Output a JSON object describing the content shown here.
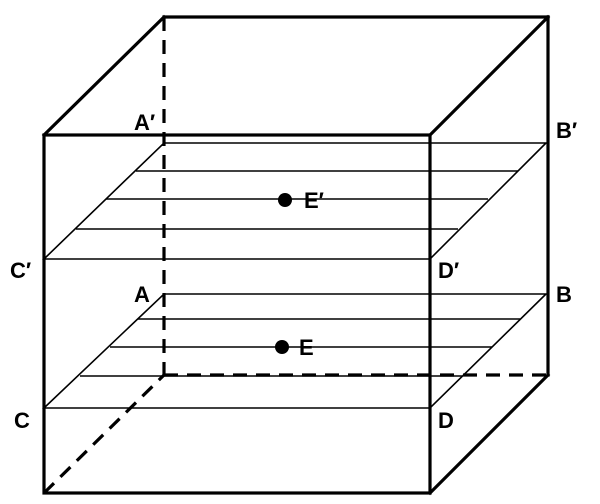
{
  "labels": {
    "a_prime": "A′",
    "b_prime": "B′",
    "c_prime": "C′",
    "d_prime": "D′",
    "e_prime": "E′",
    "a": "A",
    "b": "B",
    "c": "C",
    "d": "D",
    "e": "E"
  }
}
